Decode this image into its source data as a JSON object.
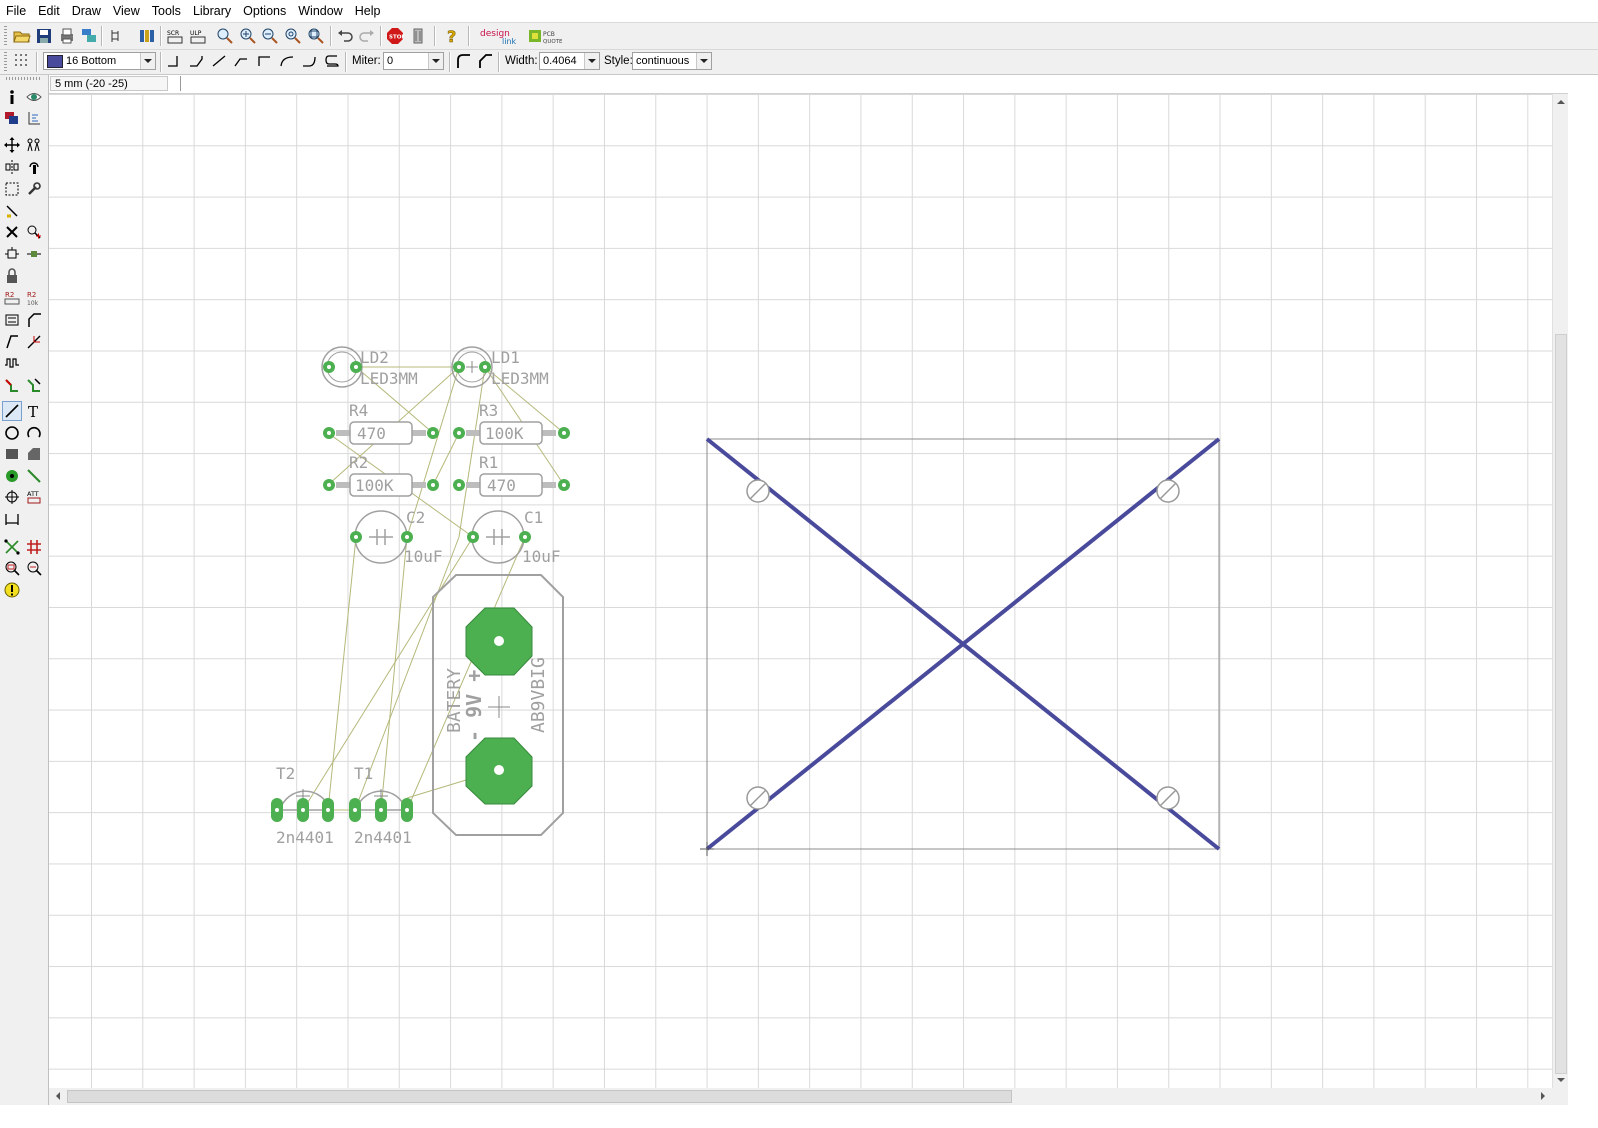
{
  "menu": [
    "File",
    "Edit",
    "Draw",
    "View",
    "Tools",
    "Library",
    "Options",
    "Window",
    "Help"
  ],
  "toolbar": {
    "layer_value": "16 Bottom",
    "miter_label": "Miter:",
    "miter_value": "0",
    "width_label": "Width:",
    "width_value": "0.4064",
    "style_label": "Style:",
    "style_value": "continuous",
    "designlink_text": "design link",
    "pcbquote_text": "PCB QUOTE"
  },
  "command": {
    "coordinate": "5 mm (-20 -25)",
    "input_value": ""
  },
  "colors": {
    "bottom_layer": "#4a4a9c",
    "pad": "#4caf50",
    "ratsnest": "#b5b87a",
    "outline": "#a0a0a0",
    "grid": "#d9d9d9"
  },
  "board": {
    "labels": {
      "ld2_name": "LD2",
      "ld2_value": "LED3MM",
      "ld1_name": "LD1",
      "ld1_value": "LED3MM",
      "r4_name": "R4",
      "r4_value": "470",
      "r3_name": "R3",
      "r3_value": "100K",
      "r2_name": "R2",
      "r2_value": "100K",
      "r1_name": "R1",
      "r1_value": "470",
      "c2_name": "C2",
      "c2_value": "10uF",
      "c1_name": "C1",
      "c1_value": "10uF",
      "t2_name": "T2",
      "t2_value": "2n4401",
      "t1_name": "T1",
      "t1_value": "2n4401",
      "battery_name": "BATERY",
      "battery_text": "- 9V +",
      "battery_value": "AB9VBIG"
    }
  }
}
